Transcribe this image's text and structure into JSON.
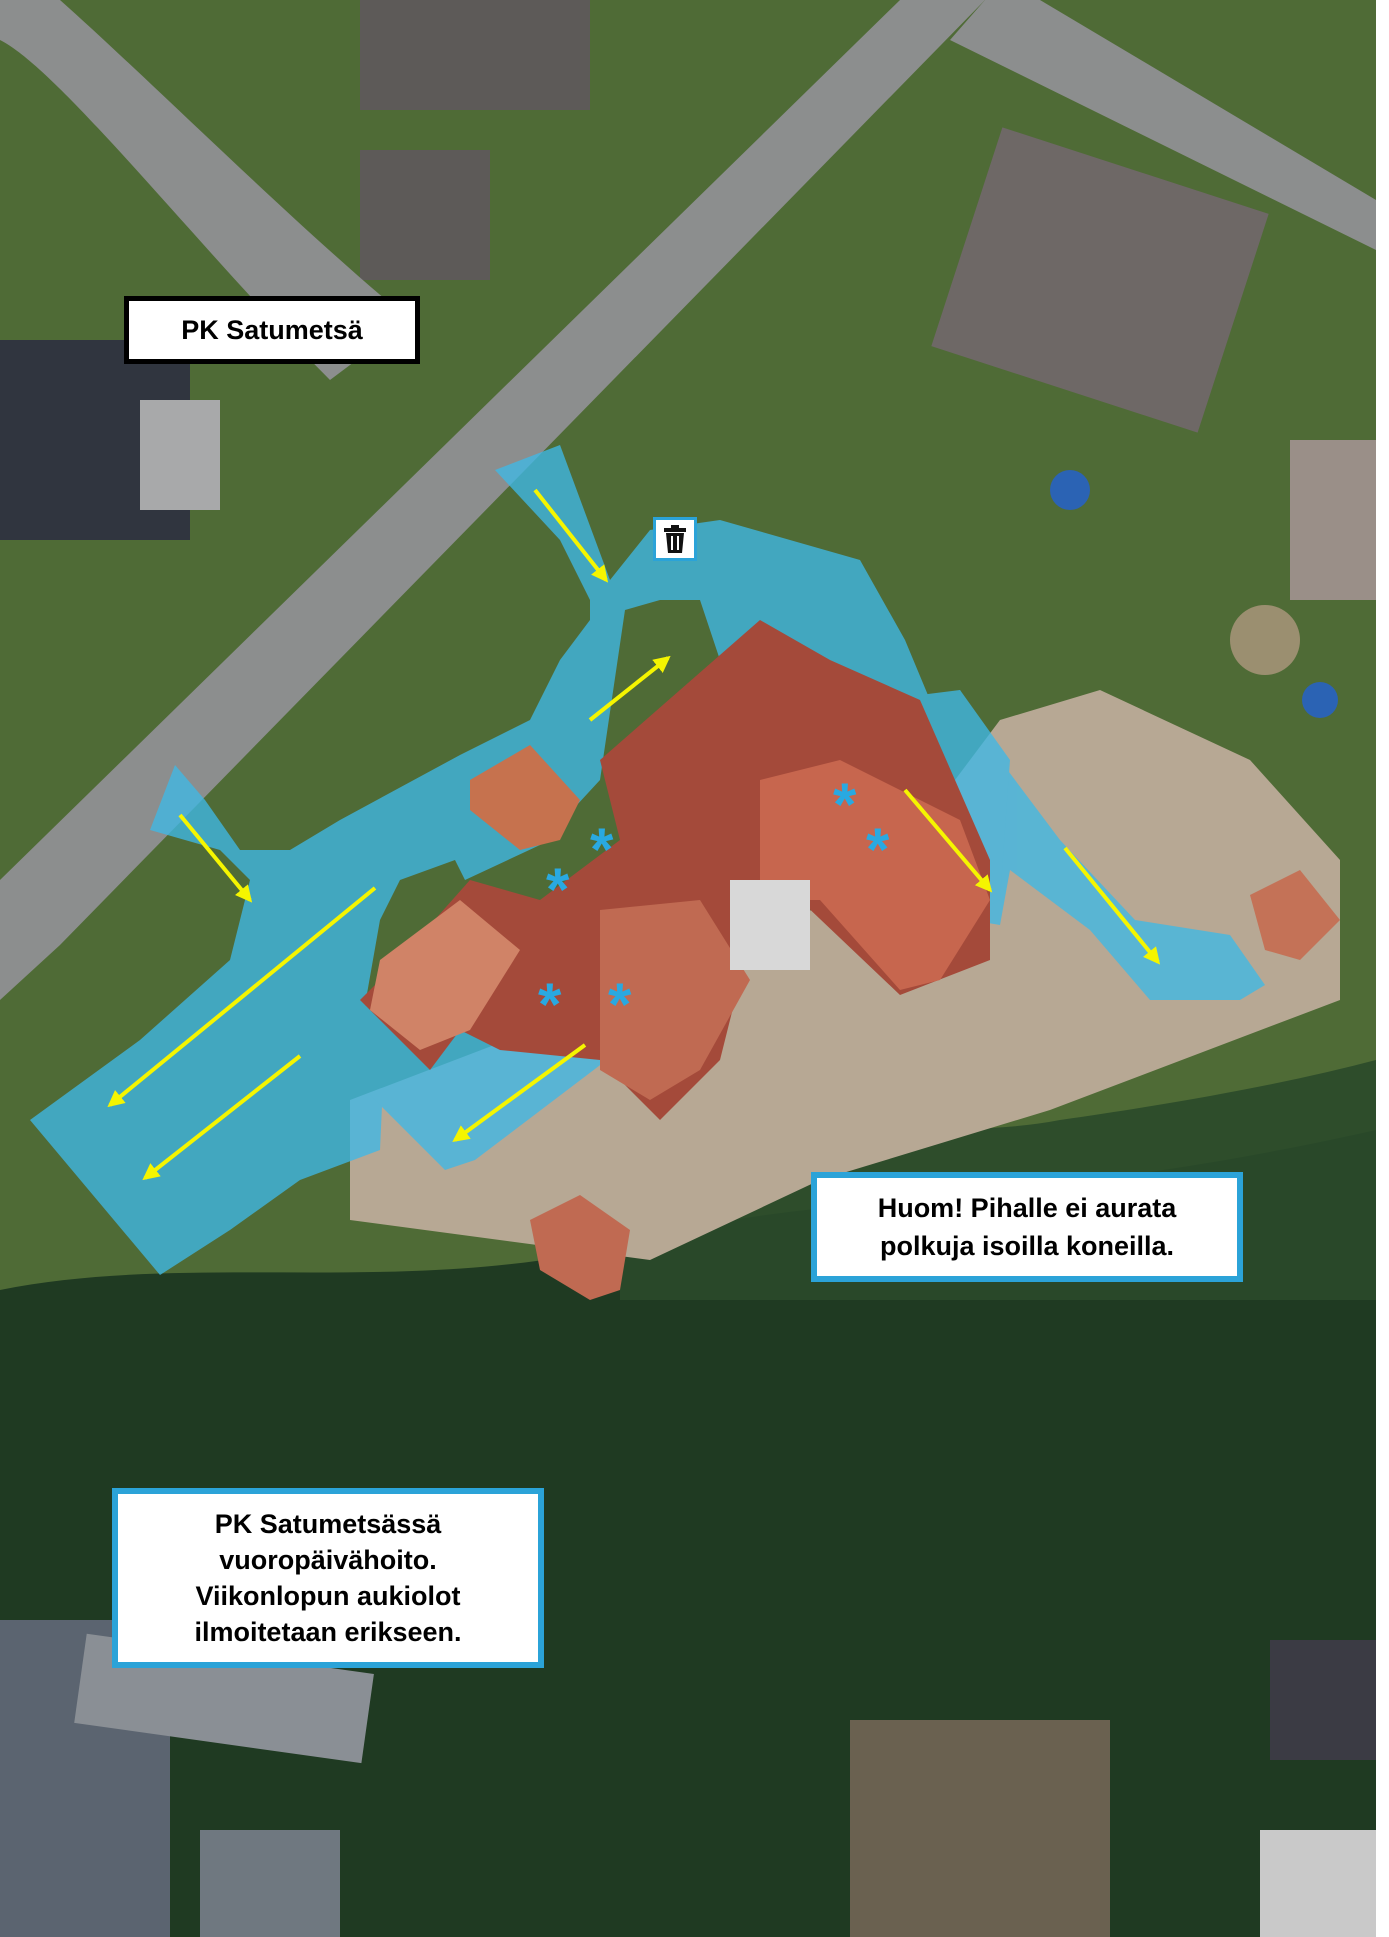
{
  "map": {
    "title": "PK Satumetsä",
    "note_lines": [
      "Huom! Pihalle ei aurata",
      "polkuja isoilla koneilla."
    ],
    "info_lines": [
      "PK Satumetsässä",
      "vuoropäivähoito.",
      "Viikonlopun aukiolot",
      "ilmoitetaan erikseen."
    ],
    "symbols": {
      "asterisk": "*",
      "trash_icon": "trash-icon"
    },
    "colors": {
      "plow_area": "#3fb8e6",
      "arrow": "#f5f500",
      "asterisk": "#29a9e1",
      "box_border": "#2ba3d8",
      "title_border": "#000000"
    }
  }
}
